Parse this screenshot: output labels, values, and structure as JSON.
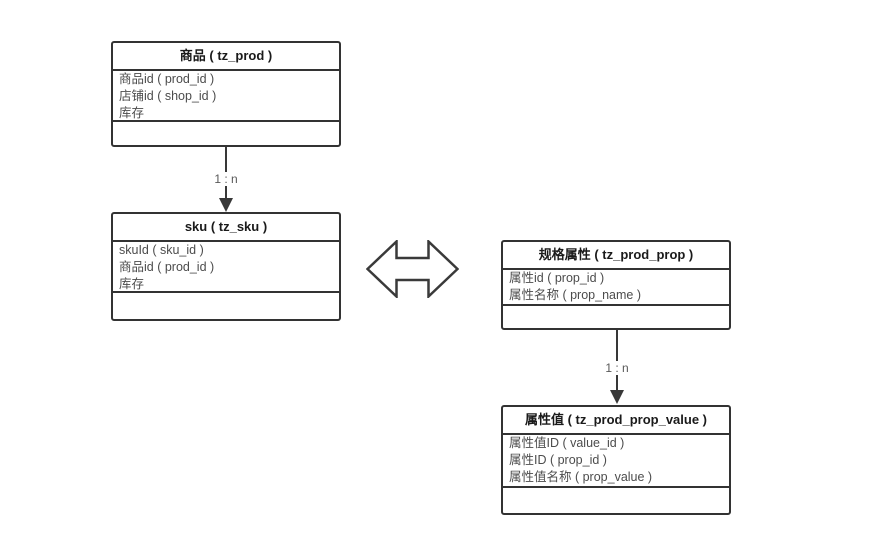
{
  "diagram": {
    "title": "Product SKU property entity-relationship diagram",
    "colors": {
      "background": "#ffffff",
      "border": "#333333",
      "title_text": "#1a1a1a",
      "field_text": "#4c4c4c",
      "label_text": "#595959",
      "arrow": "#383838"
    },
    "tables": [
      {
        "id": "prod",
        "title": "商品 ( tz_prod )",
        "fields": [
          "商品id ( prod_id )",
          "店铺id ( shop_id )",
          "库存"
        ]
      },
      {
        "id": "sku",
        "title": "sku ( tz_sku )",
        "fields": [
          "skuId ( sku_id )",
          "商品id ( prod_id )",
          "库存"
        ]
      },
      {
        "id": "prod_prop",
        "title": "规格属性 ( tz_prod_prop )",
        "fields": [
          "属性id ( prop_id )",
          "属性名称 ( prop_name )"
        ]
      },
      {
        "id": "prod_prop_value",
        "title": "属性值 ( tz_prod_prop_value )",
        "fields": [
          "属性值ID ( value_id )",
          "属性ID ( prop_id )",
          "属性值名称 ( prop_value )"
        ]
      }
    ],
    "connectors": [
      {
        "from": "prod",
        "to": "sku",
        "label": "1 : n"
      },
      {
        "from": "prod_prop",
        "to": "prod_prop_value",
        "label": "1 : n"
      }
    ],
    "link_icon": "double-horizontal-arrow"
  }
}
